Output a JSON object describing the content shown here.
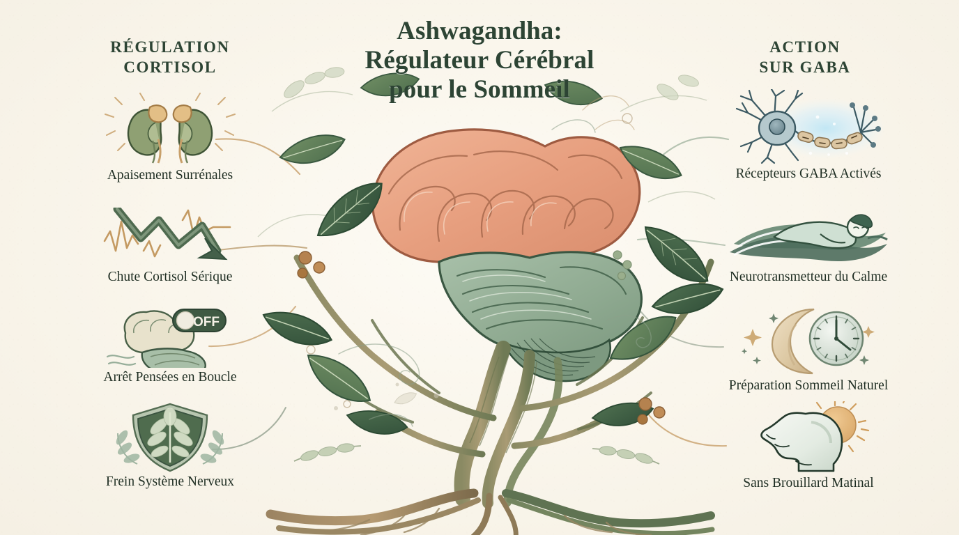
{
  "meta": {
    "background_color": "#f7f3ea",
    "title_color": "#2d4434",
    "label_color": "#1e2d22",
    "accent_gold": "#c49a62",
    "accent_green": "#5c7a5c",
    "brain_warm": "#e8a184",
    "brain_cool": "#97b39a"
  },
  "title": {
    "line1": "Ashwagandha:",
    "line2": "Régulateur Cérébral",
    "line3": "pour le Sommeil"
  },
  "left_column": {
    "header_line1": "RÉGULATION",
    "header_line2": "CORTISOL",
    "items": [
      {
        "label": "Apaisement Surrénales",
        "icon": "kidneys-icon"
      },
      {
        "label": "Chute Cortisol Sérique",
        "icon": "declining-arrow-icon"
      },
      {
        "label": "Arrêt Pensées en Boucle",
        "icon": "brain-toggle-off-icon",
        "toggle_text": "OFF"
      },
      {
        "label": "Frein Système Nerveux",
        "icon": "leaf-shield-icon"
      }
    ]
  },
  "right_column": {
    "header_line1": "ACTION",
    "header_line2": "SUR GABA",
    "items": [
      {
        "label": "Récepteurs GABA Activés",
        "icon": "neuron-icon"
      },
      {
        "label": "Neurotransmetteur du Calme",
        "icon": "sleeping-person-icon"
      },
      {
        "label": "Préparation Sommeil Naturel",
        "icon": "moon-clock-icon"
      },
      {
        "label": "Sans Brouillard Matinal",
        "icon": "head-sunrise-icon"
      }
    ]
  },
  "center_art": {
    "description": "brain-rooted-tree-illustration",
    "elements": [
      "brain",
      "tree-trunk",
      "roots",
      "leaves",
      "berries",
      "swirls"
    ]
  }
}
